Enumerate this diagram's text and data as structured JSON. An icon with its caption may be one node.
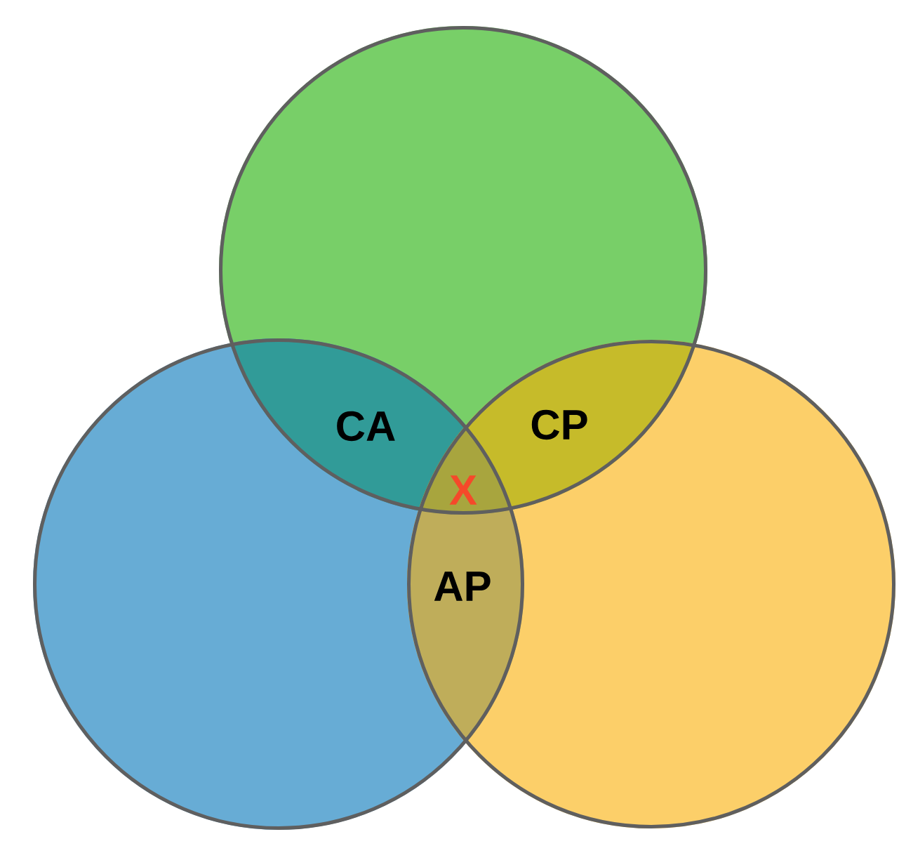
{
  "diagram": {
    "nodes": [
      {
        "text": [],
        "shape": "circle"
      },
      {
        "text": [],
        "shape": "circle"
      },
      {
        "text": [],
        "shape": "circle"
      }
    ],
    "labels": [
      "CA",
      "CP",
      "X",
      "AP"
    ]
  }
}
